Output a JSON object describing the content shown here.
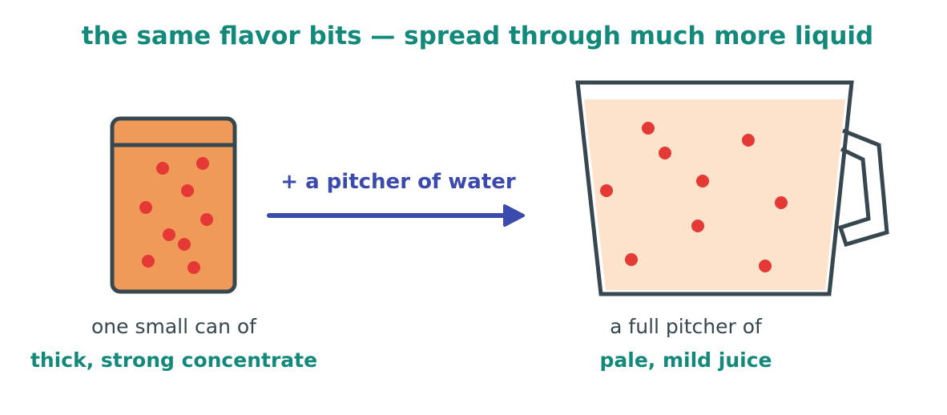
{
  "title": "the same flavor bits — spread through much more liquid",
  "arrow": {
    "label": "+ a pitcher of water"
  },
  "can": {
    "caption_line1": "one small can of",
    "caption_line2": "thick, strong concentrate"
  },
  "pitcher": {
    "caption_line1": "a full pitcher of",
    "caption_line2": "pale, mild juice"
  },
  "colors": {
    "accent_teal": "#12897a",
    "arrow_blue": "#3a4aad",
    "outline_dark": "#37474f",
    "text_dark": "#37474f",
    "can_fill": "#f09a5a",
    "juice_fill": "#fde3cc",
    "flavor_dot": "#e53935"
  }
}
